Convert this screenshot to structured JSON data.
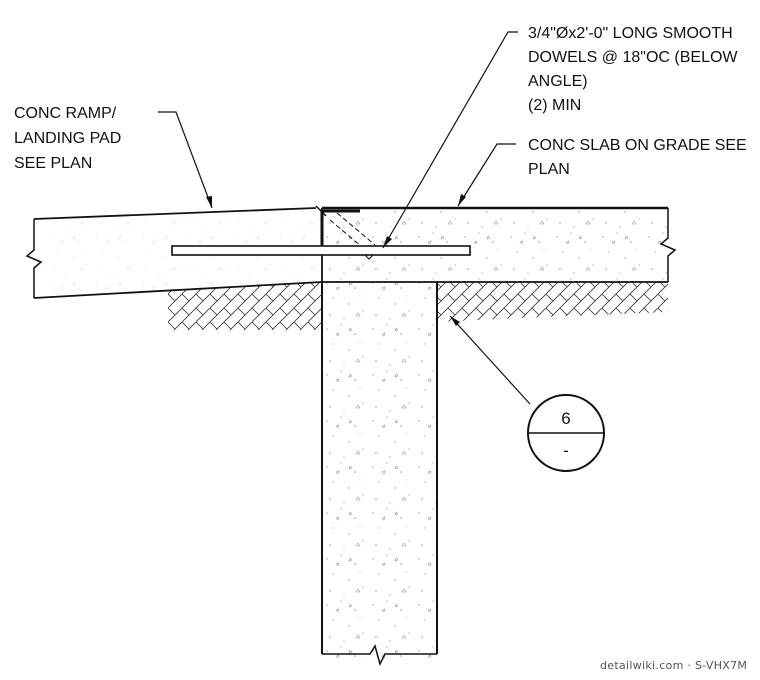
{
  "notes": {
    "ramp": [
      "CONC RAMP/",
      "LANDING PAD",
      "SEE PLAN"
    ],
    "dowels": [
      "3/4\"Øx2'-0\" LONG SMOOTH",
      "DOWELS @ 18\"OC (BELOW",
      "ANGLE)",
      "(2) MIN"
    ],
    "slab": [
      "CONC SLAB ON GRADE SEE",
      "PLAN"
    ]
  },
  "detail_tag": {
    "number": "6",
    "sheet": "-"
  },
  "credit": "detailwiki.com · S-VHX7M",
  "colors": {
    "line": "#111111",
    "concrete_speckle": "#9a9a9a",
    "earth_hatch": "#333333"
  }
}
